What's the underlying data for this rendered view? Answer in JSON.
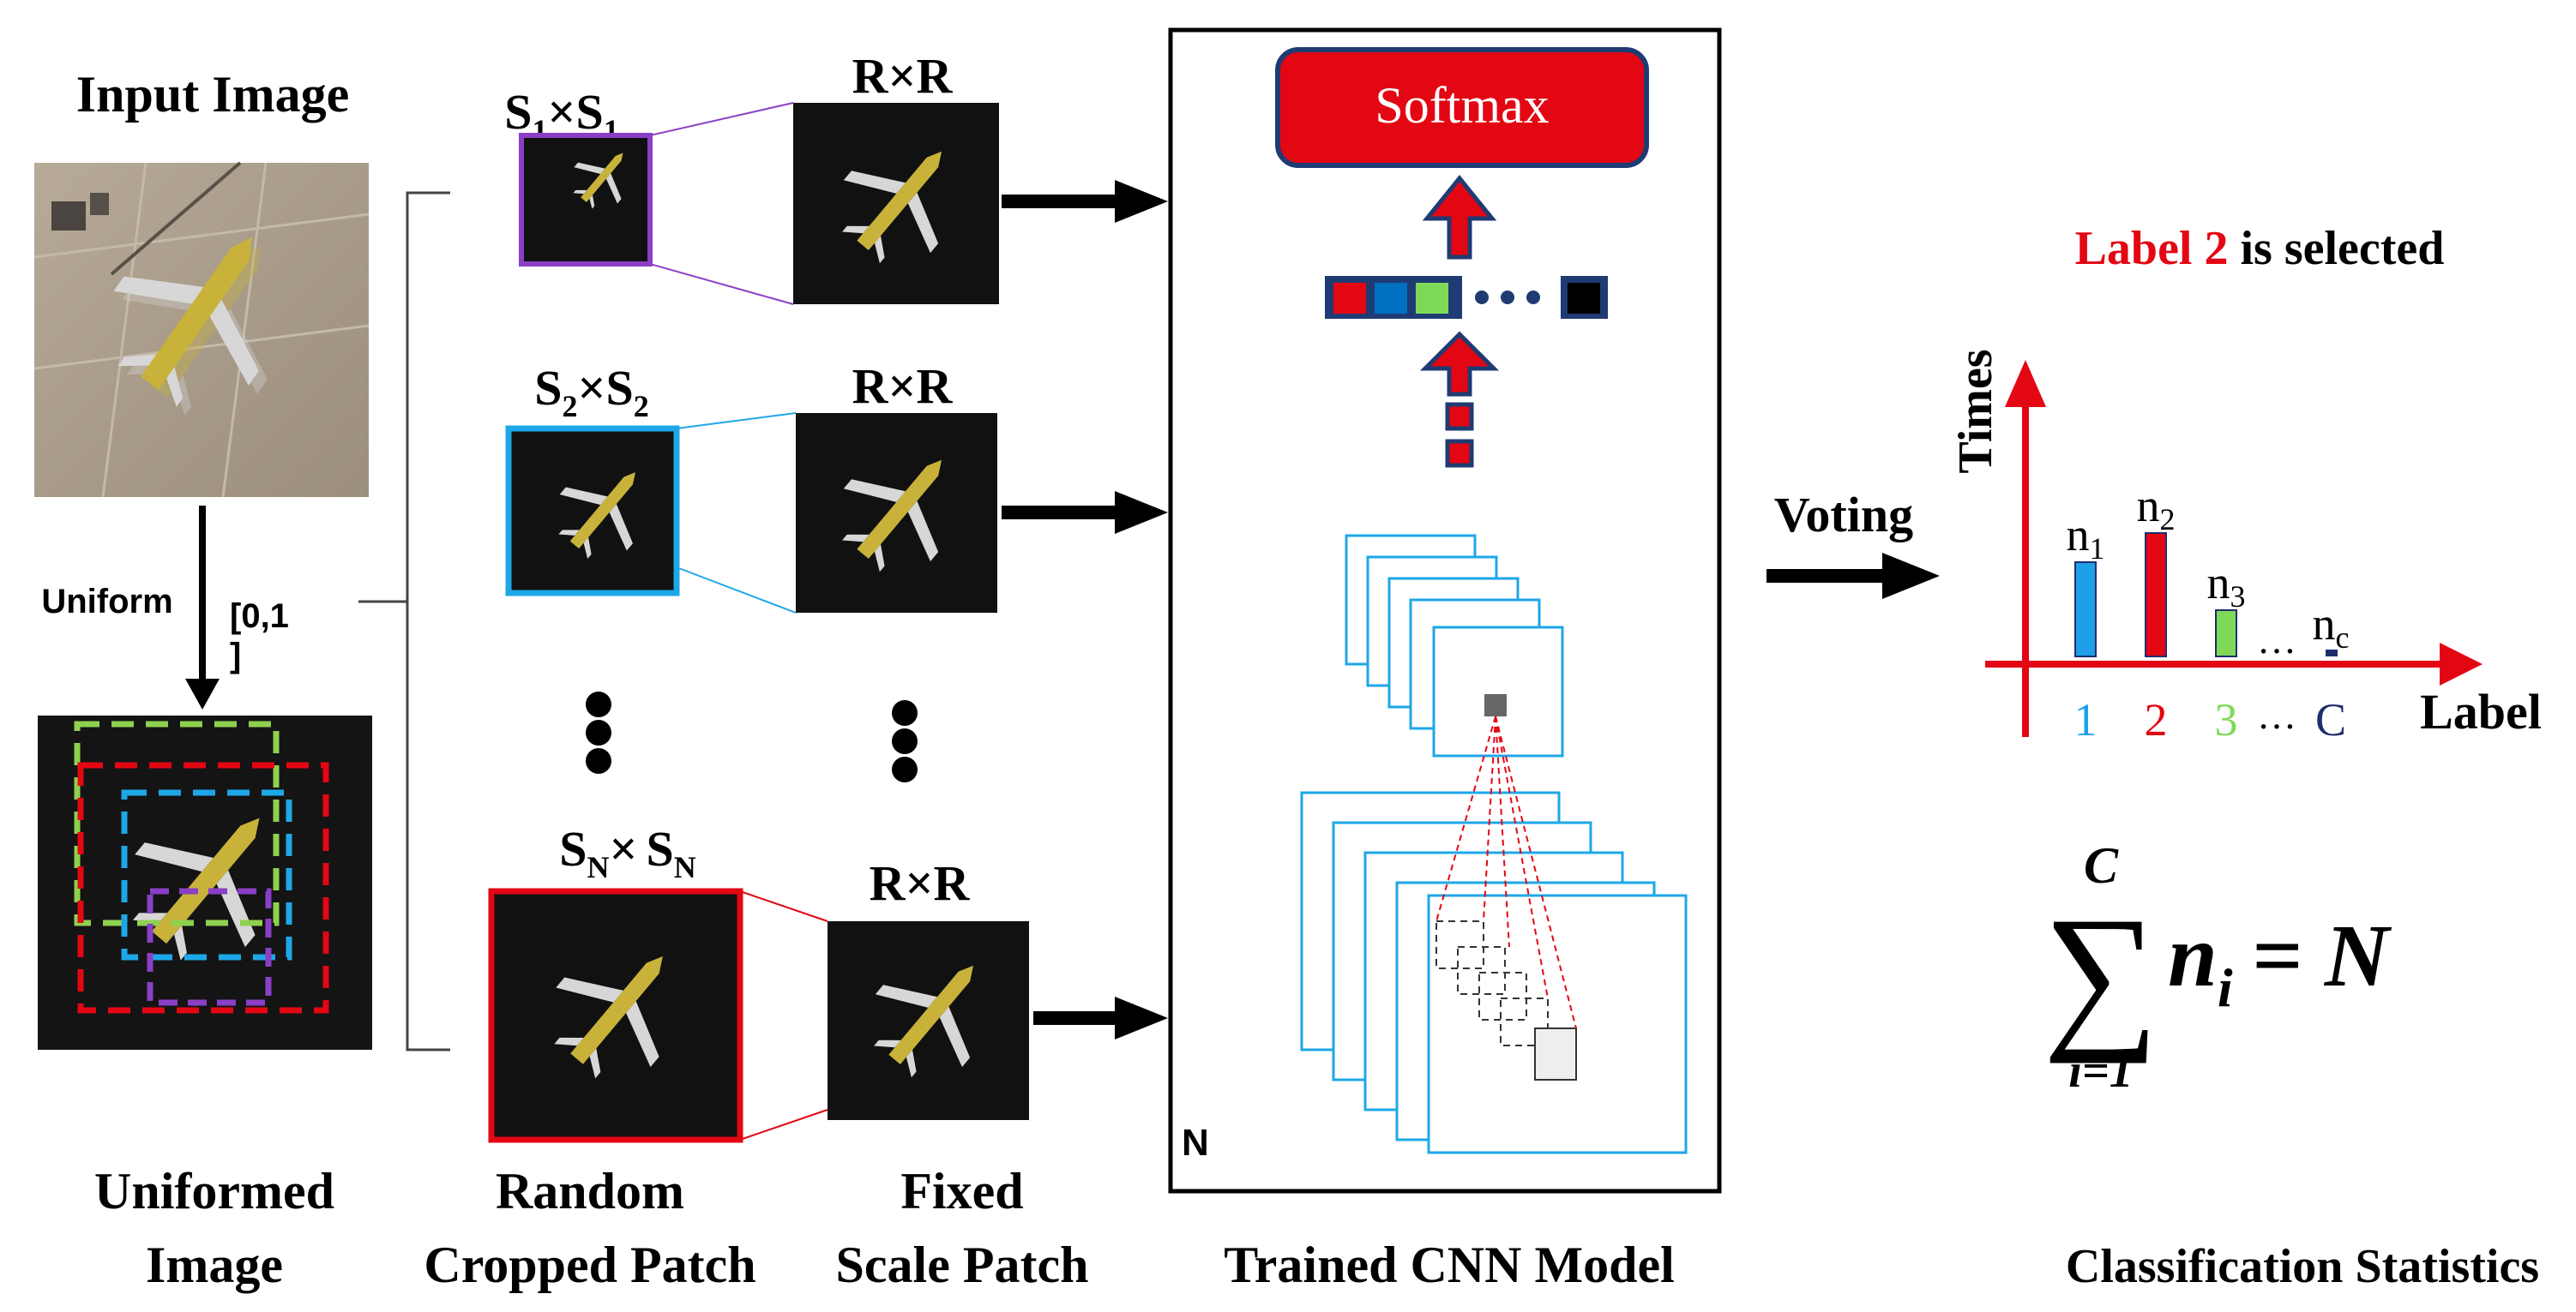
{
  "input": {
    "title": "Input Image",
    "uniform_label": "Uniform",
    "range_label": "[0,1",
    "range_close": "]",
    "output_line1": "Uniformed",
    "output_line2": "Image"
  },
  "crop": {
    "sizes": [
      {
        "base": "S",
        "sub": "1"
      },
      {
        "base": "S",
        "sub": "2"
      },
      {
        "base": "S",
        "sub": "N"
      }
    ],
    "times_symbol": "×",
    "fixed_size": "R×R",
    "caption_random_line1": "Random",
    "caption_random_line2": "Cropped Patch",
    "caption_fixed_line1": "Fixed",
    "caption_fixed_line2": "Scale Patch"
  },
  "cnn": {
    "softmax": "Softmax",
    "n_label": "N",
    "caption": "Trained CNN Model",
    "feature_colors": [
      "#e30613",
      "#0070c0",
      "#7ed957",
      "#000000"
    ]
  },
  "stats": {
    "label_word": "Label",
    "label_num": "2",
    "selected_text": " is selected",
    "voting": "Voting",
    "y_axis": "Times",
    "x_axis": "Label",
    "bars": [
      {
        "n_base": "n",
        "n_sub": "1",
        "x_label": "1",
        "color": "#1e9fe8",
        "value": 0.55
      },
      {
        "n_base": "n",
        "n_sub": "2",
        "x_label": "2",
        "color": "#e30613",
        "value": 0.72
      },
      {
        "n_base": "n",
        "n_sub": "3",
        "x_label": "3",
        "color": "#7ed957",
        "value": 0.27
      }
    ],
    "last_bar": {
      "n_base": "n",
      "n_sub": "c",
      "x_label": "C",
      "color": "#1f2d6b",
      "value": 0.04
    },
    "ellipsis": "…",
    "formula": {
      "sum": "∑",
      "upper": "C",
      "lower": "i=1",
      "term": "n",
      "term_sub": "i",
      "rhs": "= N"
    },
    "caption": "Classification Statistics"
  }
}
